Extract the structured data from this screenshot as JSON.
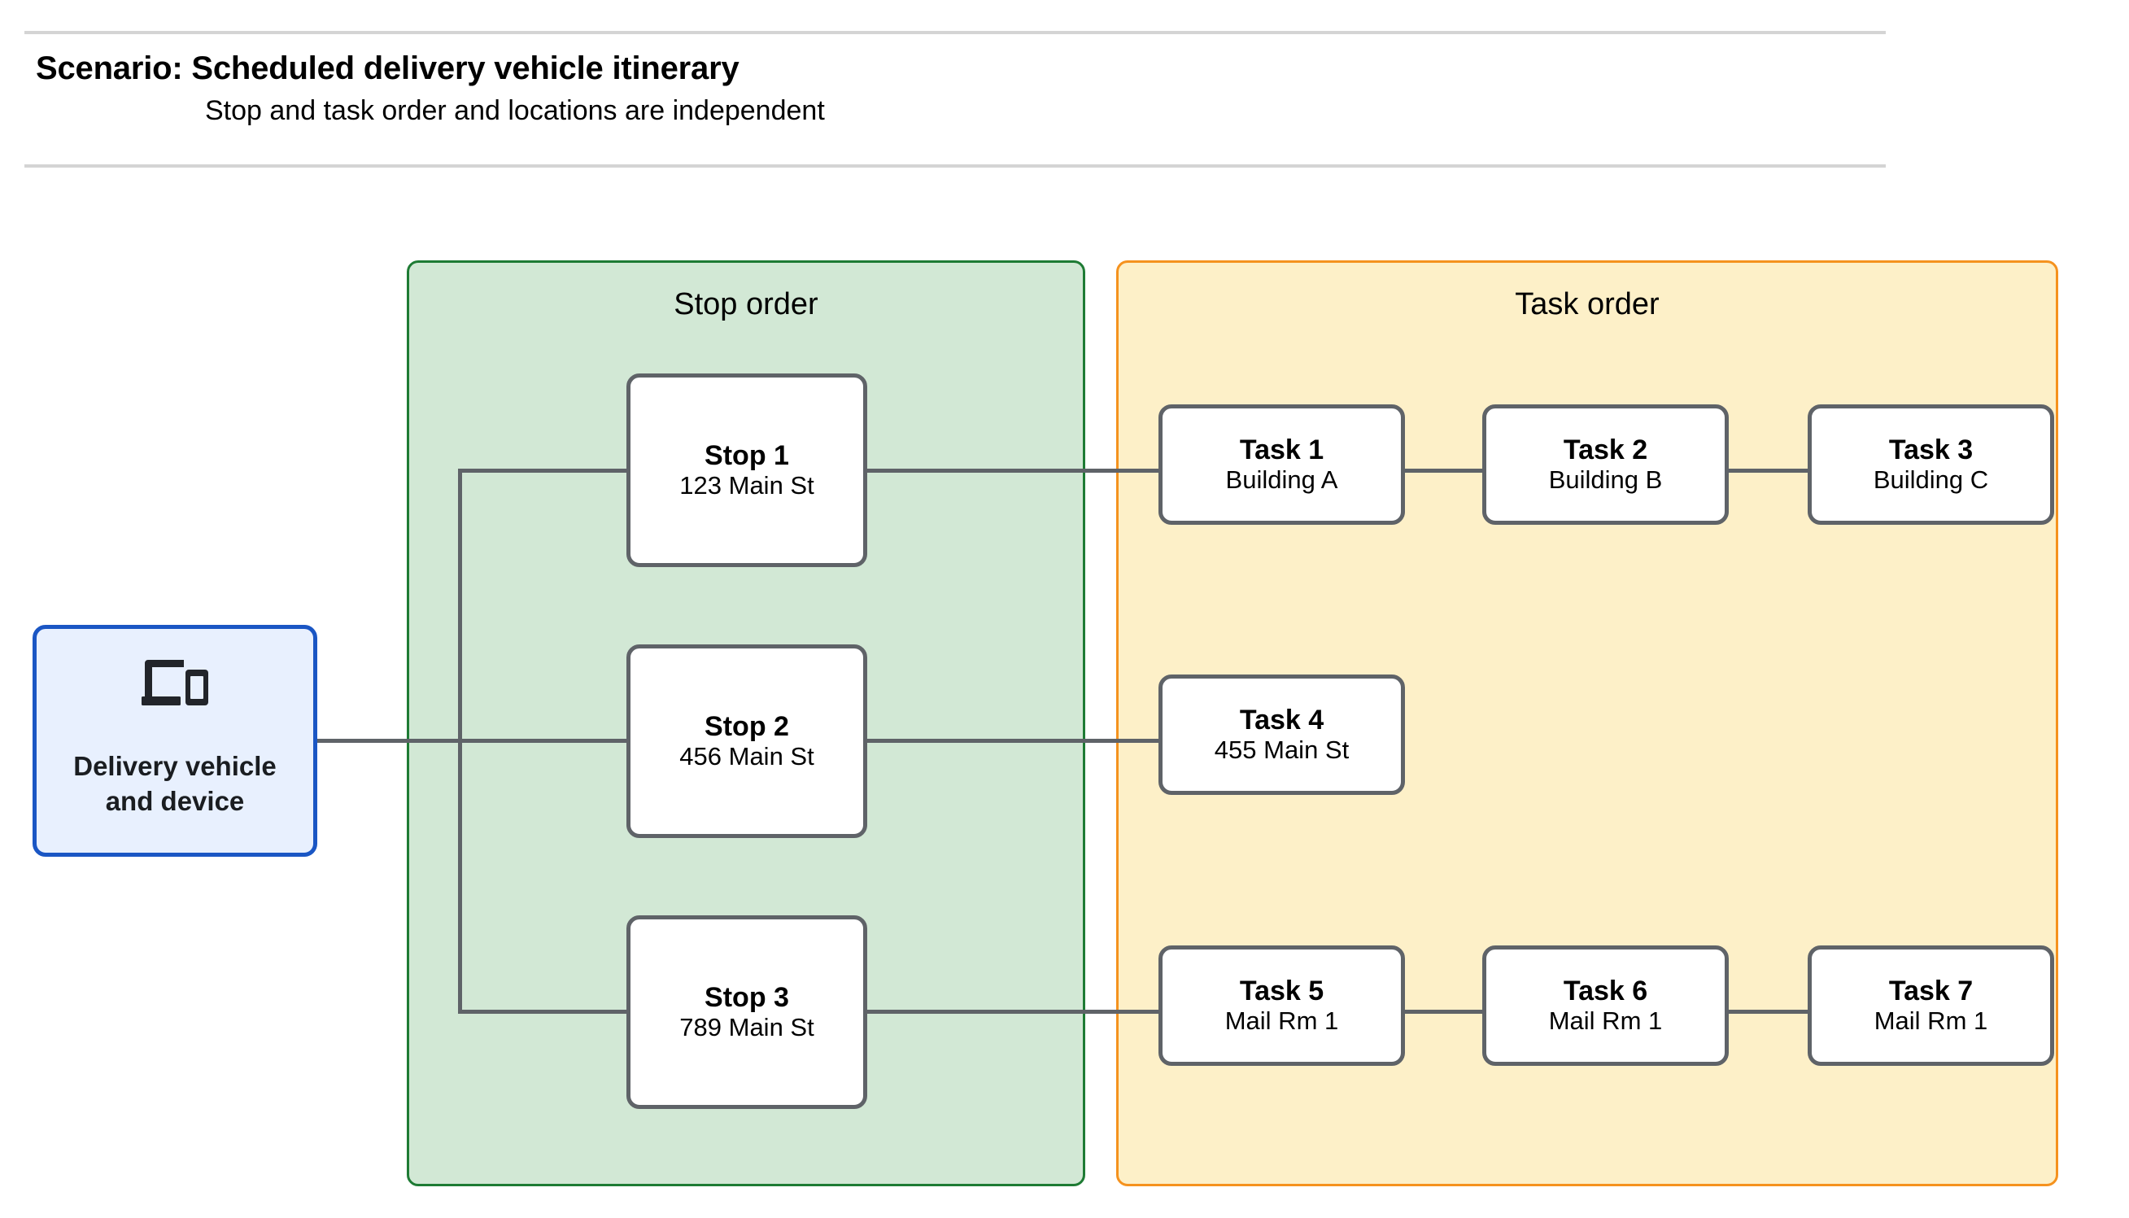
{
  "header": {
    "title": "Scenario: Scheduled delivery vehicle itinerary",
    "subtitle": "Stop and task order and locations are independent"
  },
  "vehicle": {
    "icon": "devices-icon",
    "label": "Delivery vehicle\nand device",
    "label_line1": "Delivery vehicle",
    "label_line2": "and device",
    "border_color": "#1a56c4",
    "fill_color": "#e8f0fe"
  },
  "groups": {
    "stop": {
      "title": "Stop order",
      "fill_color": "#d2e8d5",
      "border_color": "#1e7b34"
    },
    "task": {
      "title": "Task order",
      "fill_color": "#fdf0c8",
      "border_color": "#f5921e"
    }
  },
  "stops": [
    {
      "title": "Stop 1",
      "location": "123 Main St"
    },
    {
      "title": "Stop 2",
      "location": "456 Main St"
    },
    {
      "title": "Stop 3",
      "location": "789 Main St"
    }
  ],
  "tasks": [
    {
      "title": "Task 1",
      "location": "Building A"
    },
    {
      "title": "Task 2",
      "location": "Building B"
    },
    {
      "title": "Task 3",
      "location": "Building C"
    },
    {
      "title": "Task 4",
      "location": "455 Main St"
    },
    {
      "title": "Task 5",
      "location": "Mail Rm 1"
    },
    {
      "title": "Task 6",
      "location": "Mail Rm 1"
    },
    {
      "title": "Task 7",
      "location": "Mail Rm 1"
    }
  ],
  "theme": {
    "node_border": "#5f6368",
    "node_fill": "#ffffff",
    "edge_color": "#5f6368",
    "rule_color": "#d4d4d4"
  }
}
